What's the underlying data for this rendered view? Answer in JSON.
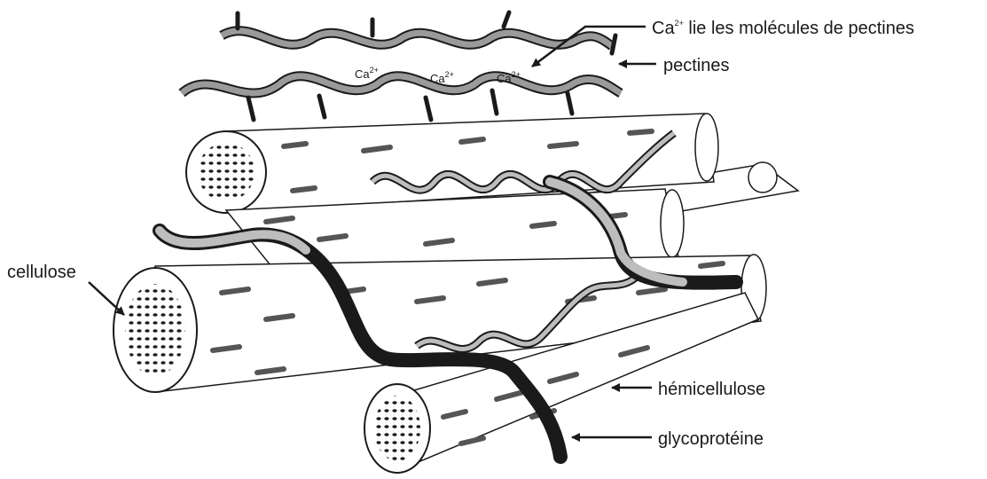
{
  "labels": {
    "calcium_link": {
      "base": "Ca",
      "sup": "2+",
      "rest": " lie les molécules de pectines"
    },
    "pectines": "pectines",
    "cellulose": "cellulose",
    "hemicellulose": "hémicellulose",
    "glycoproteine": "glycoprotéine"
  },
  "ions": [
    {
      "base": "Ca",
      "sup": "2+"
    },
    {
      "base": "Ca",
      "sup": "2+"
    },
    {
      "base": "Ca",
      "sup": "2+"
    }
  ],
  "colors": {
    "ink": "#1a1a1a",
    "fibre_hatch": "#555555",
    "glycoprotein": "#222222",
    "pectin_fill": "#9a9a9a",
    "hemicellulose_fill": "#bdbdbd"
  }
}
